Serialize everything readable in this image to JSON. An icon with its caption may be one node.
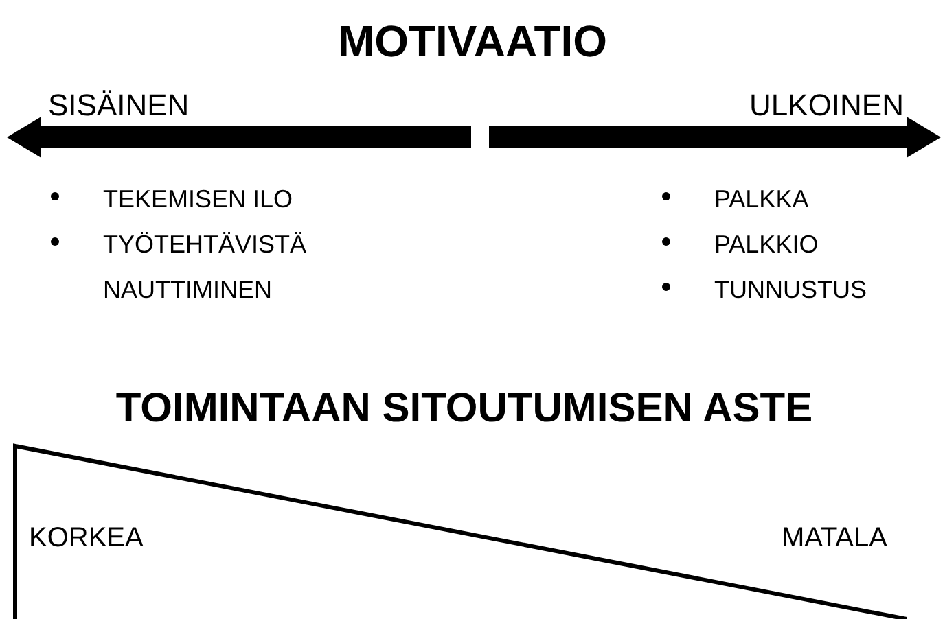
{
  "diagram": {
    "title": "MOTIVAATIO",
    "nodes": [
      {
        "text": [
          "TOIMINTAAN SITOUTUMISEN ASTE",
          "KORKEA",
          "MATALA"
        ]
      }
    ],
    "labels": [
      "SISÄINEN",
      "ULKOINEN",
      "TEKEMISEN ILO",
      "PALKKA",
      "TYÖTEHTÄVISTÄ NAUTTIMINEN",
      "PALKKIO",
      "TUNNUSTUS"
    ]
  }
}
